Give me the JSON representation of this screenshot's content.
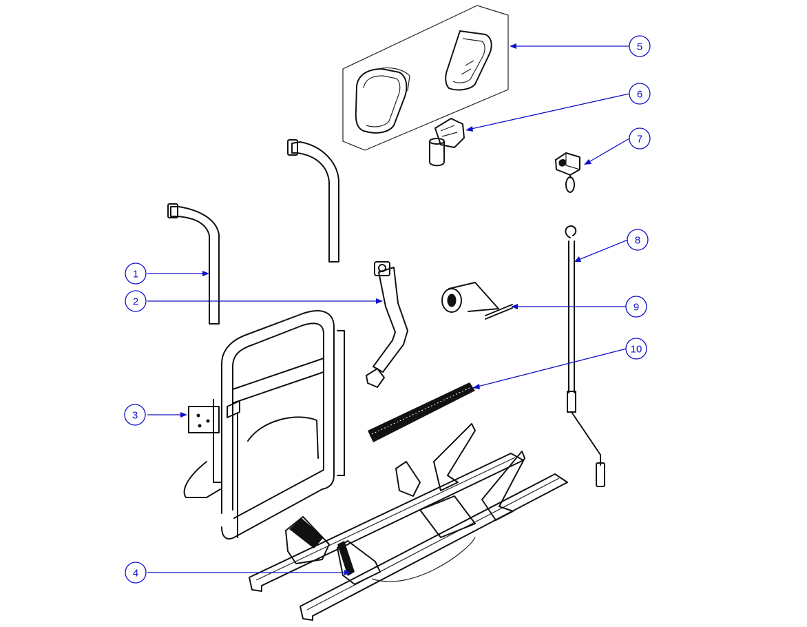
{
  "callouts": [
    {
      "id": "c1",
      "label": "1"
    },
    {
      "id": "c2",
      "label": "2"
    },
    {
      "id": "c3",
      "label": "3"
    },
    {
      "id": "c4",
      "label": "4"
    },
    {
      "id": "c5",
      "label": "5"
    },
    {
      "id": "c6",
      "label": "6"
    },
    {
      "id": "c7",
      "label": "7"
    },
    {
      "id": "c8",
      "label": "8"
    },
    {
      "id": "c9",
      "label": "9"
    },
    {
      "id": "c10",
      "label": "10"
    }
  ],
  "colors": {
    "callout": "#1010c8",
    "linework": "#111111",
    "background": "#ffffff"
  }
}
